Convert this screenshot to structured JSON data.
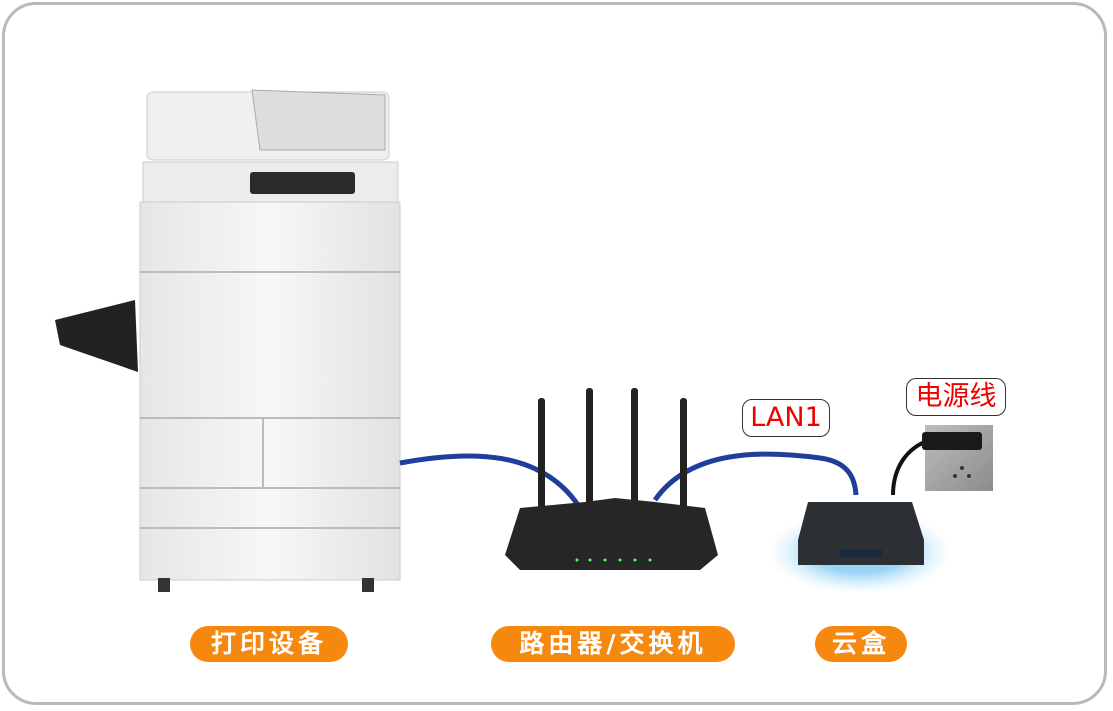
{
  "labels": {
    "printer": "打印设备",
    "router": "路由器/交换机",
    "cloud_box": "云盒",
    "lan_port": "LAN1",
    "power_cable": "电源线"
  },
  "colors": {
    "label_bg": "#f6880f",
    "tag_text": "#f10000",
    "cable": "#1f3f9a",
    "frame": "#b9b9b9"
  }
}
